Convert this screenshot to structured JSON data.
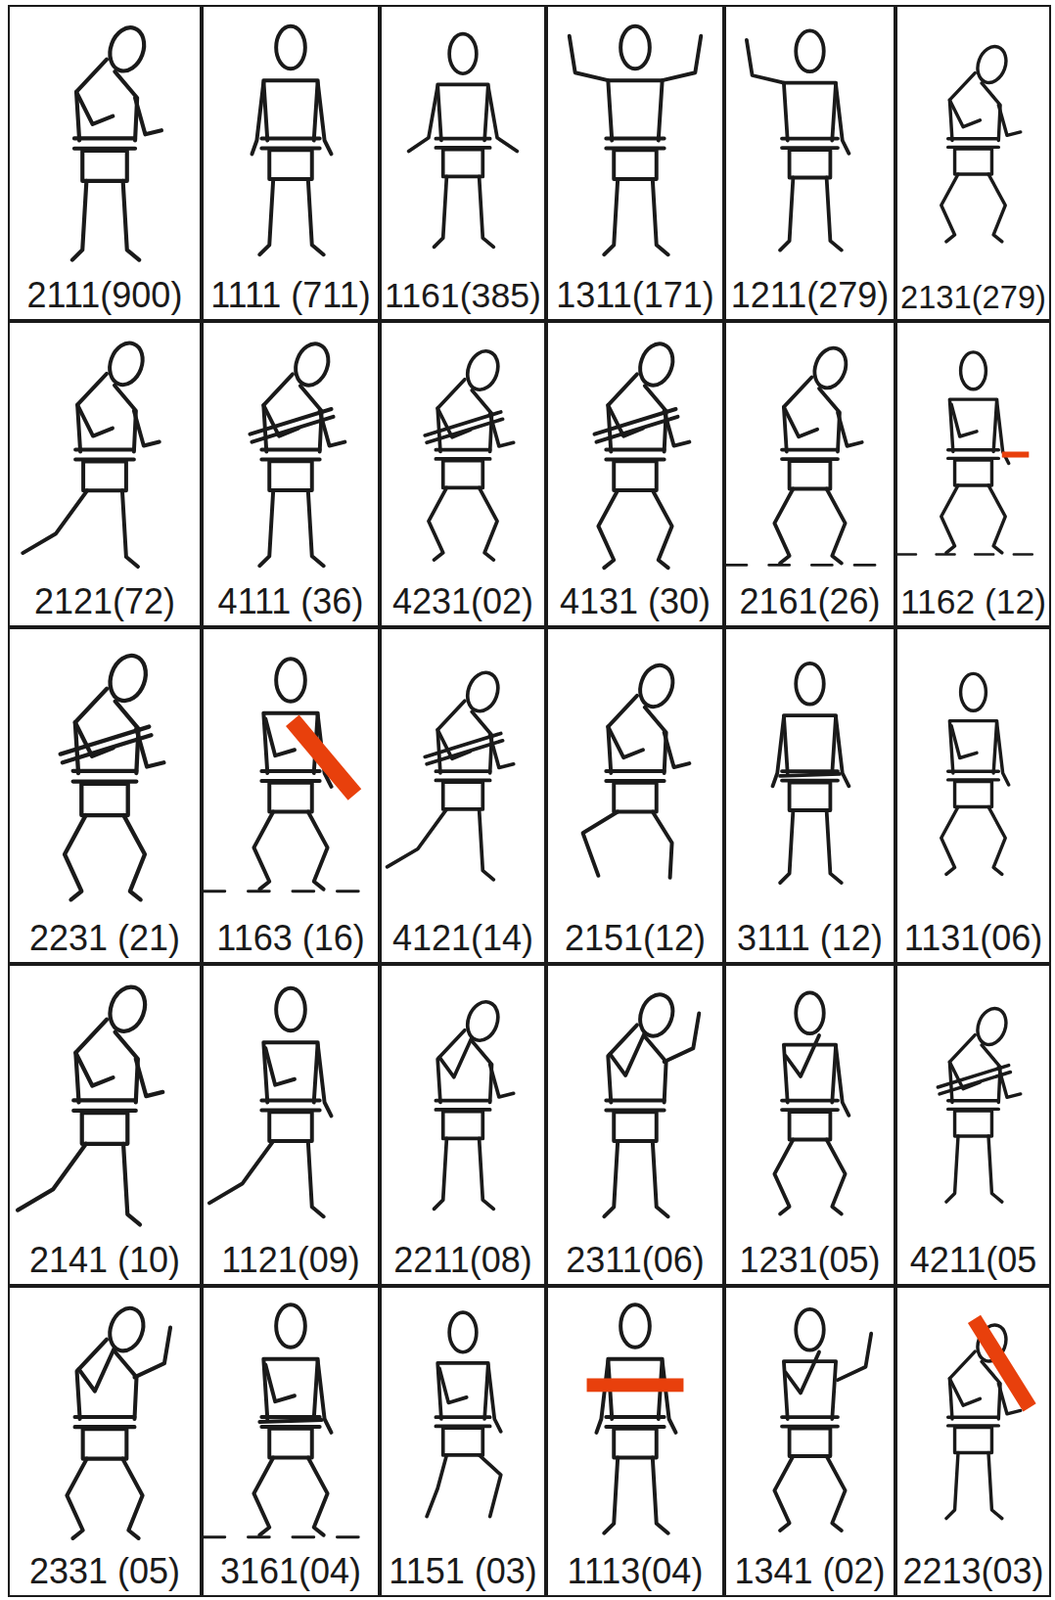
{
  "diagram": {
    "nodes": [
      {
        "text": [
          "2111(900)"
        ]
      },
      {
        "text": [
          "1111 (711)"
        ]
      },
      {
        "text": [
          "1161(385)"
        ]
      },
      {
        "text": [
          "1311(171)"
        ]
      },
      {
        "text": [
          "1211(279)"
        ]
      },
      {
        "text": [
          "2131(279)"
        ]
      },
      {
        "text": [
          "2121(72)"
        ]
      },
      {
        "text": [
          "4111 (36)"
        ]
      },
      {
        "text": [
          "4231(02)"
        ]
      },
      {
        "text": [
          "4131 (30)"
        ]
      },
      {
        "text": [
          "2161(26)"
        ]
      },
      {
        "text": [
          "1162 (12)"
        ]
      },
      {
        "text": [
          "2231 (21)"
        ]
      },
      {
        "text": [
          "1163 (16)"
        ]
      },
      {
        "text": [
          "4121(14)"
        ]
      },
      {
        "text": [
          "2151(12)"
        ]
      },
      {
        "text": [
          "3111 (12)"
        ]
      },
      {
        "text": [
          "1131(06)"
        ]
      },
      {
        "text": [
          "2141 (10)"
        ]
      },
      {
        "text": [
          "1121(09)"
        ]
      },
      {
        "text": [
          "2211(08)"
        ]
      },
      {
        "text": [
          "2311(06)"
        ]
      },
      {
        "text": [
          "1231(05)"
        ]
      },
      {
        "text": [
          "4211(05"
        ]
      },
      {
        "text": [
          "2331 (05)"
        ]
      },
      {
        "text": [
          "3161(04)"
        ]
      },
      {
        "text": [
          "1151 (03)"
        ]
      },
      {
        "text": [
          "1113(04)"
        ]
      },
      {
        "text": [
          "1341 (02)"
        ]
      },
      {
        "text": [
          "2213(03)"
        ]
      }
    ]
  }
}
